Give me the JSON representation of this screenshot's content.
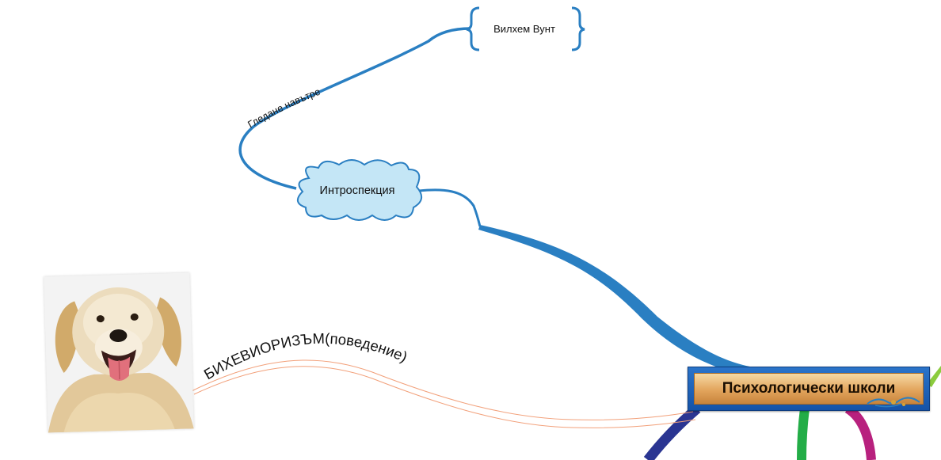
{
  "root": {
    "title": "Психологически школи"
  },
  "branches": {
    "introspection": {
      "label": "Интроспекция",
      "link_label": "Гледане навътре",
      "child": {
        "label": "Вилхем Вунт"
      }
    },
    "behaviorism": {
      "label": "БИХЕВИОРИЗЪМ(поведение)"
    }
  },
  "colors": {
    "introspection_branch": "#2a7fc2",
    "introspection_cloud_fill": "#c4e6f6",
    "behaviorism_line": "#f2a07a",
    "branch_navy": "#2a3592",
    "branch_green": "#23ad47",
    "branch_magenta": "#b8217e",
    "branch_lime": "#8ccc3e"
  },
  "images": {
    "behaviorism": "dog-photo"
  }
}
